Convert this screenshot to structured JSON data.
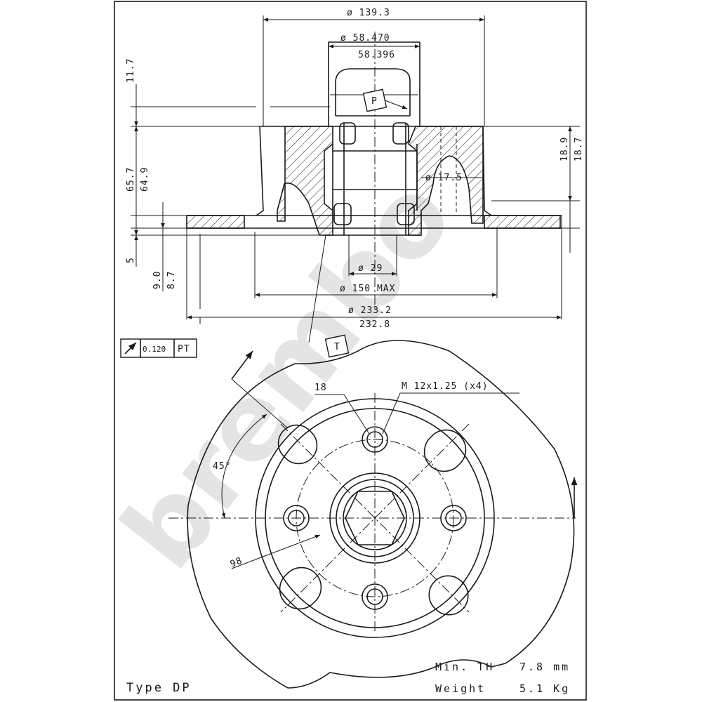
{
  "watermark": "brembo",
  "section_view": {
    "dims": {
      "d_outer_top": "ø 139.3",
      "d_bore_1": "ø 58.470",
      "d_bore_2": "58.396",
      "h_11_7": "11.7",
      "h_65_7": "65.7",
      "h_64_9": "64.9",
      "h_5": "5",
      "h_9_0": "9.0",
      "h_8_7": "8.7",
      "h_18_9": "18.9",
      "h_18_7": "18.7",
      "d_17_5": "ø 17.5",
      "d_29": "ø 29",
      "d_150": "ø 150 MAX",
      "d_233_2": "ø 233.2",
      "d_232_8": "232.8"
    },
    "callout_p": "P",
    "callout_t": "T"
  },
  "tolerance_frame": {
    "value": "0.120",
    "reference": "PT"
  },
  "plan_view": {
    "dims": {
      "hole_18": "18",
      "thread": "M 12x1.25 (x4)",
      "angle": "45°",
      "pcd": "98"
    }
  },
  "specs": {
    "min_th_label": "Min. TH",
    "min_th_value": "7.8 mm",
    "weight_label": "Weight",
    "weight_value": "5.1 Kg"
  },
  "type_label": "Type DP"
}
